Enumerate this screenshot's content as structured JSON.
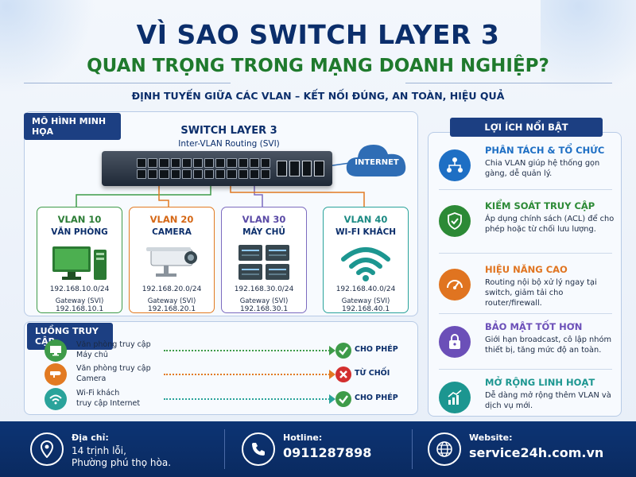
{
  "header": {
    "title_line1": "VÌ SAO SWITCH LAYER 3",
    "title_line2": "QUAN TRỌNG TRONG MẠNG DOANH NGHIỆP?",
    "subtitle": "ĐỊNH TUYẾN GIỮA CÁC VLAN – KẾT NỐI ĐÚNG, AN TOÀN, HIỆU QUẢ"
  },
  "model": {
    "tag": "MÔ HÌNH MINH HỌA",
    "switch_title": "SWITCH LAYER 3",
    "switch_sub": "Inter-VLAN Routing (SVI)",
    "internet_label": "INTERNET",
    "vlans": [
      {
        "name": "VLAN 10",
        "role": "VĂN PHÒNG",
        "subnet": "192.168.10.0/24",
        "gw_label": "Gateway (SVI)",
        "gw_ip": "192.168.10.1",
        "icon": "computer-icon",
        "color": "#3e9b49"
      },
      {
        "name": "VLAN 20",
        "role": "CAMERA",
        "subnet": "192.168.20.0/24",
        "gw_label": "Gateway (SVI)",
        "gw_ip": "192.168.20.1",
        "icon": "camera-icon",
        "color": "#e27a22"
      },
      {
        "name": "VLAN 30",
        "role": "MÁY CHỦ",
        "subnet": "192.168.30.0/24",
        "gw_label": "Gateway (SVI)",
        "gw_ip": "192.168.30.1",
        "icon": "server-icon",
        "color": "#7c6bbf"
      },
      {
        "name": "VLAN 40",
        "role": "WI-FI KHÁCH",
        "subnet": "192.168.40.0/24",
        "gw_label": "Gateway (SVI)",
        "gw_ip": "192.168.40.1",
        "icon": "wifi-icon",
        "color": "#2aa39b"
      }
    ]
  },
  "flows": {
    "tag": "LUỒNG TRUY CẬP",
    "items": [
      {
        "line1": "Văn phòng truy cập",
        "line2": "Máy chủ",
        "status": "CHO PHÉP",
        "allowed": true,
        "color": "#3e9b49",
        "icon": "computer-icon"
      },
      {
        "line1": "Văn phòng truy cập",
        "line2": "Camera",
        "status": "TỪ CHỐI",
        "allowed": false,
        "color": "#e27a22",
        "icon": "camera-icon"
      },
      {
        "line1": "Wi-Fi khách",
        "line2": "truy cập Internet",
        "status": "CHO PHÉP",
        "allowed": true,
        "color": "#2aa39b",
        "icon": "wifi-icon"
      }
    ]
  },
  "benefits": {
    "tag": "LỢI ÍCH NỔI BẬT",
    "items": [
      {
        "title": "PHÂN TÁCH & TỔ CHỨC",
        "desc": "Chia VLAN giúp hệ thống gọn gàng, dễ quản lý.",
        "color": "#1e6fc4",
        "icon": "network-icon"
      },
      {
        "title": "KIỂM SOÁT TRUY CẬP",
        "desc": "Áp dụng chính sách (ACL) để cho phép hoặc từ chối lưu lượng.",
        "color": "#2c8a36",
        "icon": "shield-icon"
      },
      {
        "title": "HIỆU NĂNG CAO",
        "desc": "Routing nội bộ xử lý ngay tại switch, giảm tải cho router/firewall.",
        "color": "#e07420",
        "icon": "gauge-icon"
      },
      {
        "title": "BẢO MẬT TỐT HƠN",
        "desc": "Giới hạn broadcast, cô lập nhóm thiết bị, tăng mức độ an toàn.",
        "color": "#6b4fb8",
        "icon": "lock-icon"
      },
      {
        "title": "MỞ RỘNG LINH HOẠT",
        "desc": "Dễ dàng mở rộng thêm VLAN và dịch vụ mới.",
        "color": "#1c9690",
        "icon": "growth-chart-icon"
      }
    ]
  },
  "footer": {
    "address_label": "Địa chỉ:",
    "address_line1": "14 trịnh lỗi,",
    "address_line2": "Phường phú thọ hòa.",
    "hotline_label": "Hotline:",
    "hotline": "0911287898",
    "website_label": "Website:",
    "website": "service24h.com.vn"
  }
}
